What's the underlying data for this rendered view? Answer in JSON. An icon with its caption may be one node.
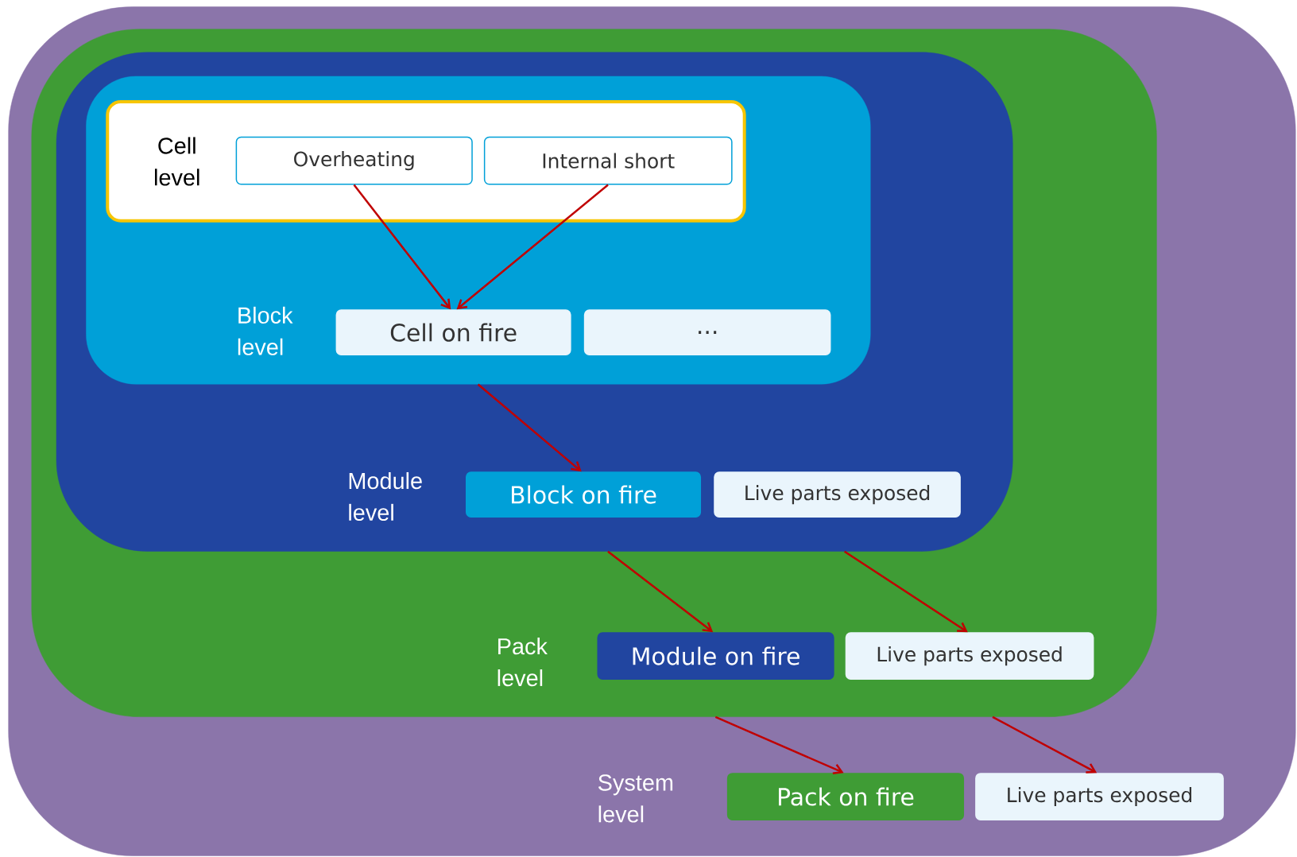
{
  "diagram": {
    "nodes": [
      {
        "text": [
          "System level"
        ]
      },
      {
        "text": [
          "Pack level"
        ],
        "in": 0
      },
      {
        "text": [
          "Module level"
        ],
        "in": 1
      },
      {
        "text": [
          "Block level"
        ],
        "in": 2
      },
      {
        "text": [
          "Cell level"
        ],
        "in": 3
      },
      {
        "text": [
          "Overheating"
        ],
        "in": 4
      },
      {
        "text": [
          "Internal short"
        ],
        "in": 4
      },
      {
        "text": [
          "Cell on fire"
        ],
        "in": 3
      },
      {
        "text": [
          "..."
        ],
        "in": 3
      },
      {
        "text": [
          "Block on fire"
        ],
        "in": 2
      },
      {
        "text": [
          "Live parts exposed"
        ],
        "in": 2
      },
      {
        "text": [
          "Module on fire"
        ],
        "in": 1
      },
      {
        "text": [
          "Live parts exposed"
        ],
        "in": 1
      },
      {
        "text": [
          "Pack on fire"
        ],
        "in": 0
      },
      {
        "text": [
          "Live parts exposed"
        ],
        "in": 0
      }
    ],
    "edges": [
      {
        "from": 5,
        "to": 7,
        "arrow": "to"
      },
      {
        "from": 6,
        "to": 7,
        "arrow": "to"
      },
      {
        "from": 3,
        "to": 9,
        "arrow": "to"
      },
      {
        "from": 2,
        "to": 11,
        "arrow": "to"
      },
      {
        "from": 2,
        "to": 12,
        "arrow": "to"
      },
      {
        "from": 1,
        "to": 13,
        "arrow": "to"
      },
      {
        "from": 1,
        "to": 14,
        "arrow": "to"
      }
    ]
  }
}
